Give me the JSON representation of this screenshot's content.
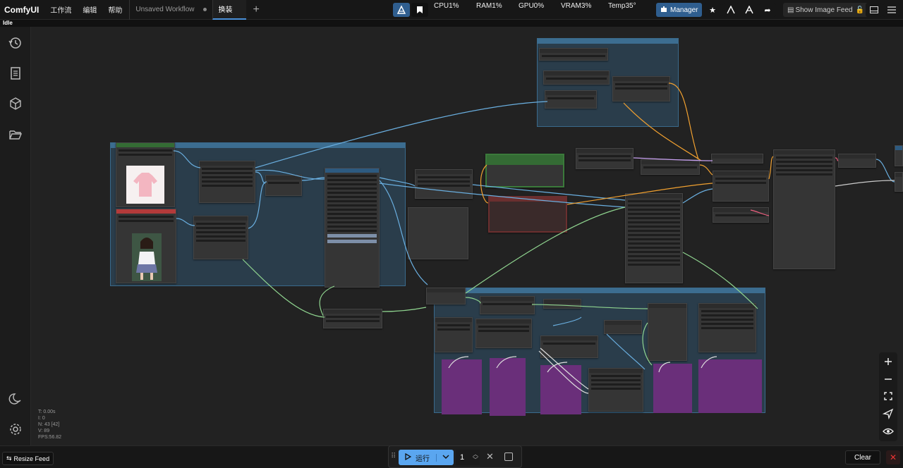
{
  "app": {
    "brand": "ComfyUI",
    "status": "Idle"
  },
  "menu": [
    "工作流",
    "编辑",
    "帮助"
  ],
  "tabs": [
    {
      "label": "Unsaved Workflow",
      "active": false
    },
    {
      "label": "换装",
      "active": true
    }
  ],
  "stats": {
    "cpu": "CPU1%",
    "ram": "RAM1%",
    "gpu": "GPU0%",
    "vram": "VRAM3%",
    "temp": "Temp35°"
  },
  "toolbar": {
    "manager_label": "Manager",
    "feed_label": "Show Image Feed"
  },
  "sidebar_icons": [
    "history-icon",
    "document-icon",
    "cube-icon",
    "folder-open-icon",
    "moon-icon",
    "gear-icon"
  ],
  "perf": {
    "t": "T: 0.00s",
    "i": "I: 0",
    "n": "N: 43 [42]",
    "v": "V: 89",
    "fps": "FPS:56.82"
  },
  "bottom": {
    "resize_label": "Resize Feed",
    "run_label": "运行",
    "batch_count": "1",
    "clear_label": "Clear"
  },
  "colors": {
    "accent": "#2f5e8f",
    "run": "#5aa6f0",
    "group": "#325873",
    "purple_node": "#6a2f7a",
    "green_node": "#346b34",
    "red_node": "#b33a3a"
  }
}
